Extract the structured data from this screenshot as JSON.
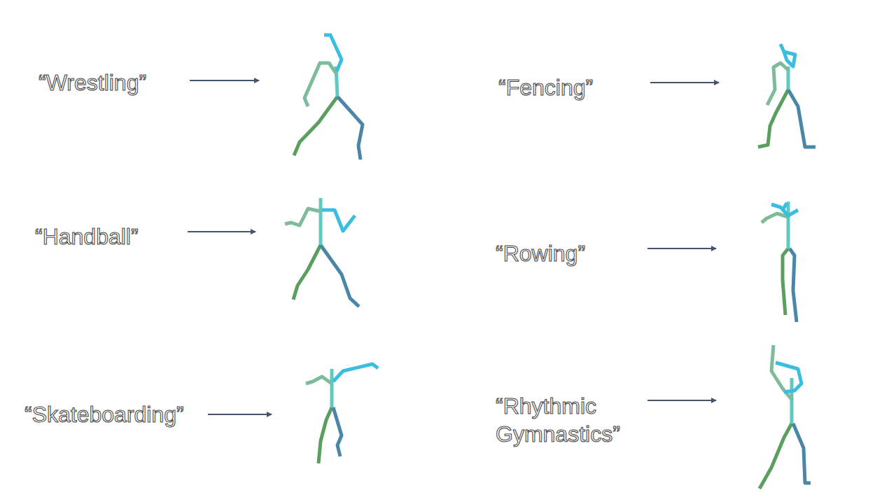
{
  "diagram": {
    "labels": [
      "“Wrestling”",
      "“Handball”",
      "“Skateboarding”",
      "“Fencing”",
      "“Rowing”",
      "“Rhythmic Gymnastics”"
    ]
  }
}
